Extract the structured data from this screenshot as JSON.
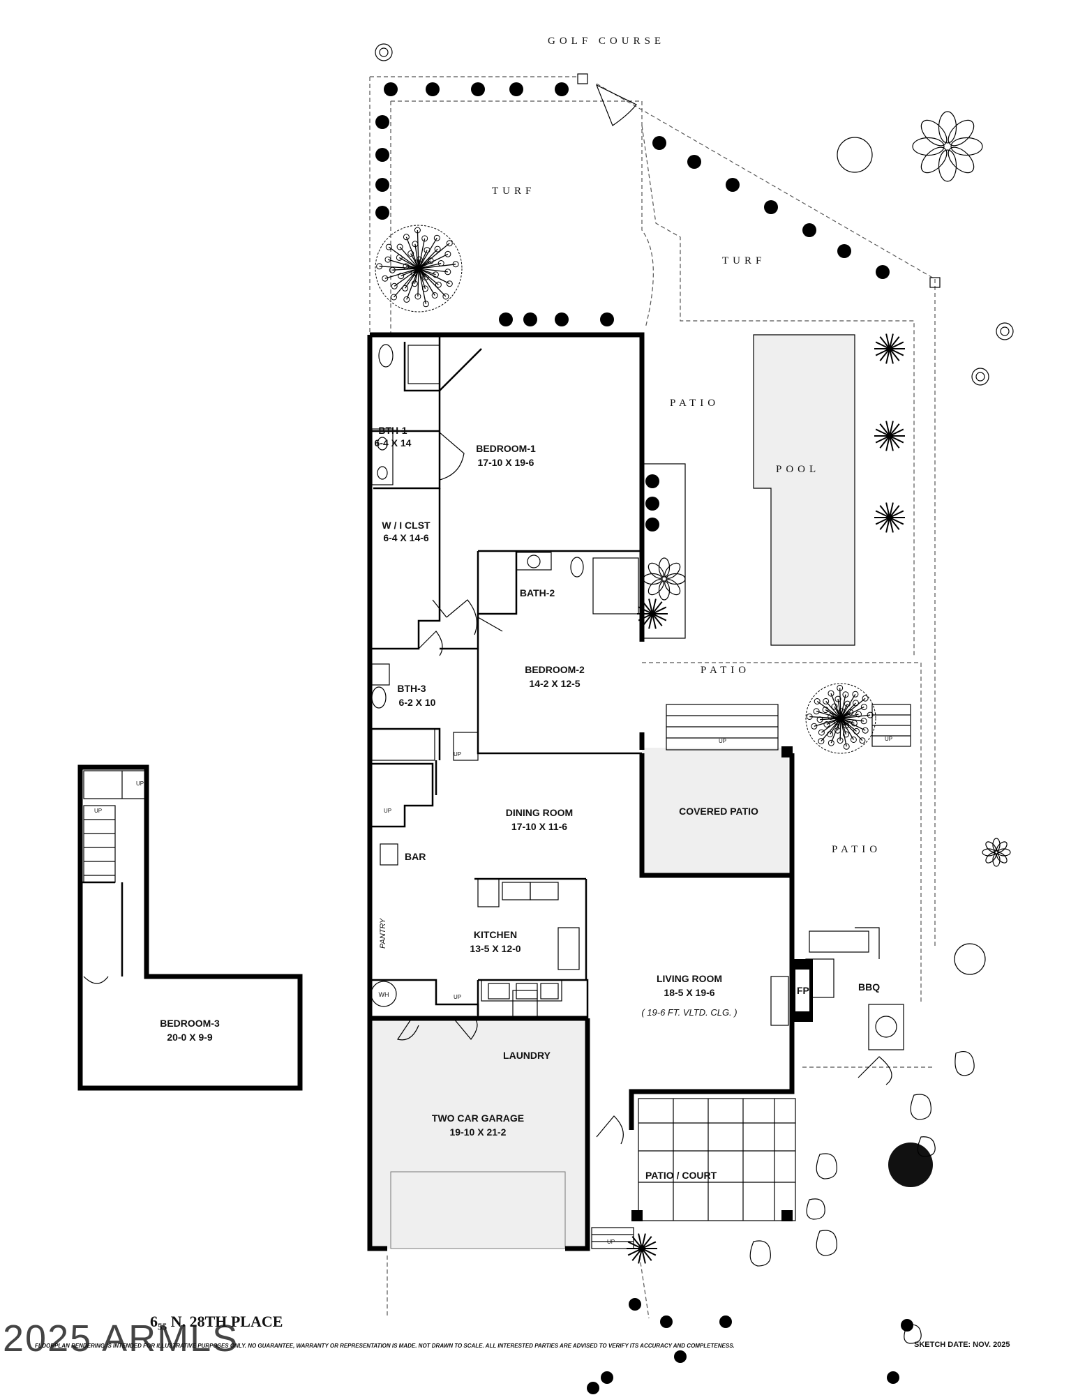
{
  "site": {
    "golf_course": "GOLF COURSE",
    "turf_left": "TURF",
    "turf_right": "TURF",
    "pool": "POOL",
    "patio_upper": "PATIO",
    "patio_middle": "PATIO",
    "patio_right": "PATIO",
    "patio_court": "PATIO / COURT"
  },
  "rooms": {
    "bedroom1": {
      "name": "BEDROOM-1",
      "dims": "17-10 X 19-6"
    },
    "bath1": {
      "name": "BTH-1",
      "dims": "6-4 X 14"
    },
    "closet": {
      "name": "W / I CLST",
      "dims": "6-4 X 14-6"
    },
    "bath2": {
      "name": "BATH-2"
    },
    "bedroom2": {
      "name": "BEDROOM-2",
      "dims": "14-2 X 12-5"
    },
    "bath3": {
      "name": "BTH-3",
      "dims": "6-2 X 10"
    },
    "dining": {
      "name": "DINING ROOM",
      "dims": "17-10 X 11-6"
    },
    "covered_patio": {
      "name": "COVERED PATIO"
    },
    "bar": {
      "name": "BAR"
    },
    "pantry": {
      "name": "PANTRY"
    },
    "kitchen": {
      "name": "KITCHEN",
      "dims": "13-5 X 12-0"
    },
    "living": {
      "name": "LIVING ROOM",
      "dims": "18-5 X 19-6",
      "note": "( 19-6 FT. VLTD. CLG. )"
    },
    "fp": {
      "name": "FP"
    },
    "bbq": {
      "name": "BBQ"
    },
    "wh": {
      "name": "WH"
    },
    "laundry": {
      "name": "LAUNDRY"
    },
    "garage": {
      "name": "TWO CAR GARAGE",
      "dims": "19-10 X 21-2"
    },
    "bedroom3": {
      "name": "BEDROOM-3",
      "dims": "20-0 X 9-9"
    }
  },
  "stairs": {
    "up": "UP"
  },
  "footer": {
    "address": "6₅₅ N. 28TH PLACE",
    "watermark": "2025 ARMLS",
    "disclaimer": "FLOORPLAN RENDERING IS INTENDED FOR ILLUSTRATIVE PURPOSES ONLY.  NO GUARANTEE, WARRANTY OR REPRESENTATION IS MADE.  NOT DRAWN TO SCALE.  ALL INTERESTED PARTIES ARE ADVISED TO VERIFY ITS ACCURACY AND COMPLETENESS.",
    "sketch_date": "SKETCH DATE:  NOV. 2025"
  }
}
